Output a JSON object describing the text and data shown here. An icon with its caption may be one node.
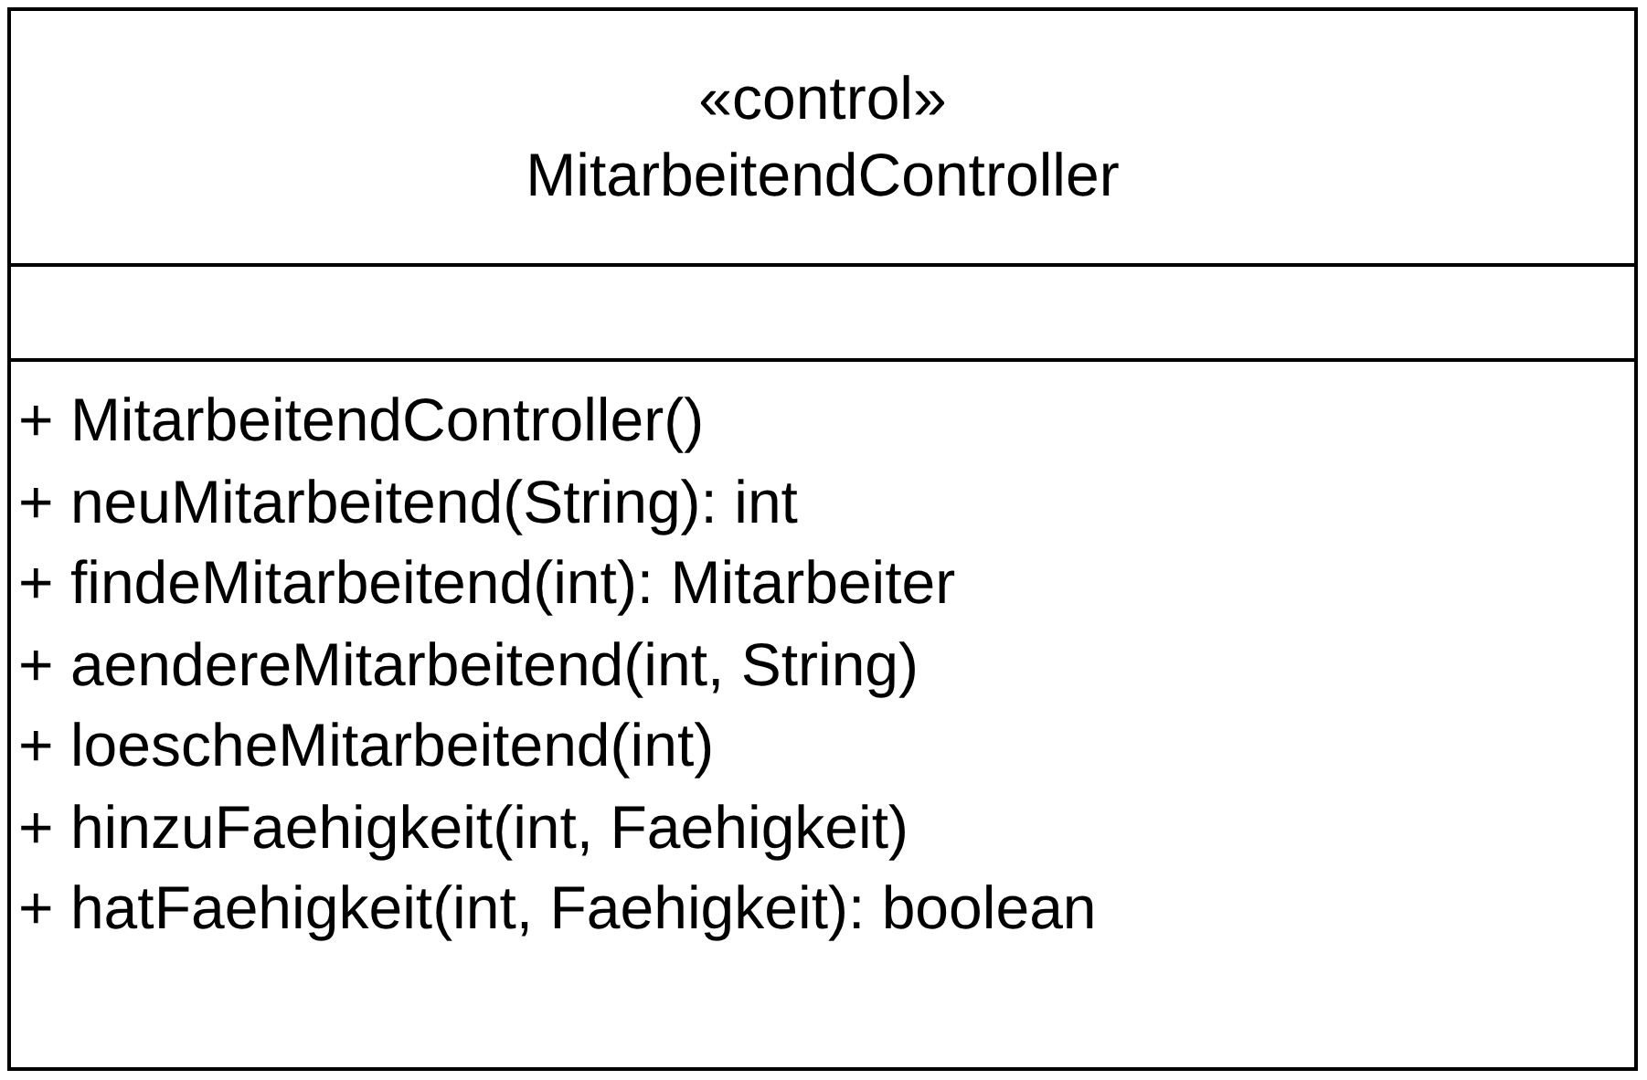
{
  "diagram": {
    "nodes": [
      {
        "text": [
          "«control»",
          "MitarbeitendController"
        ]
      },
      {
        "text": [],
        "shape": "box",
        "in": 0
      },
      {
        "text": [
          "+ MitarbeitendController()",
          "+ neuMitarbeitend(String): int",
          "+ findeMitarbeitend(int): Mitarbeiter",
          "+ aendereMitarbeitend(int, String)",
          "+ loescheMitarbeitend(int)",
          "+ hinzuFaehigkeit(int, Faehigkeit)",
          "+ hatFaehigkeit(int, Faehigkeit): boolean"
        ],
        "in": 0
      }
    ]
  }
}
